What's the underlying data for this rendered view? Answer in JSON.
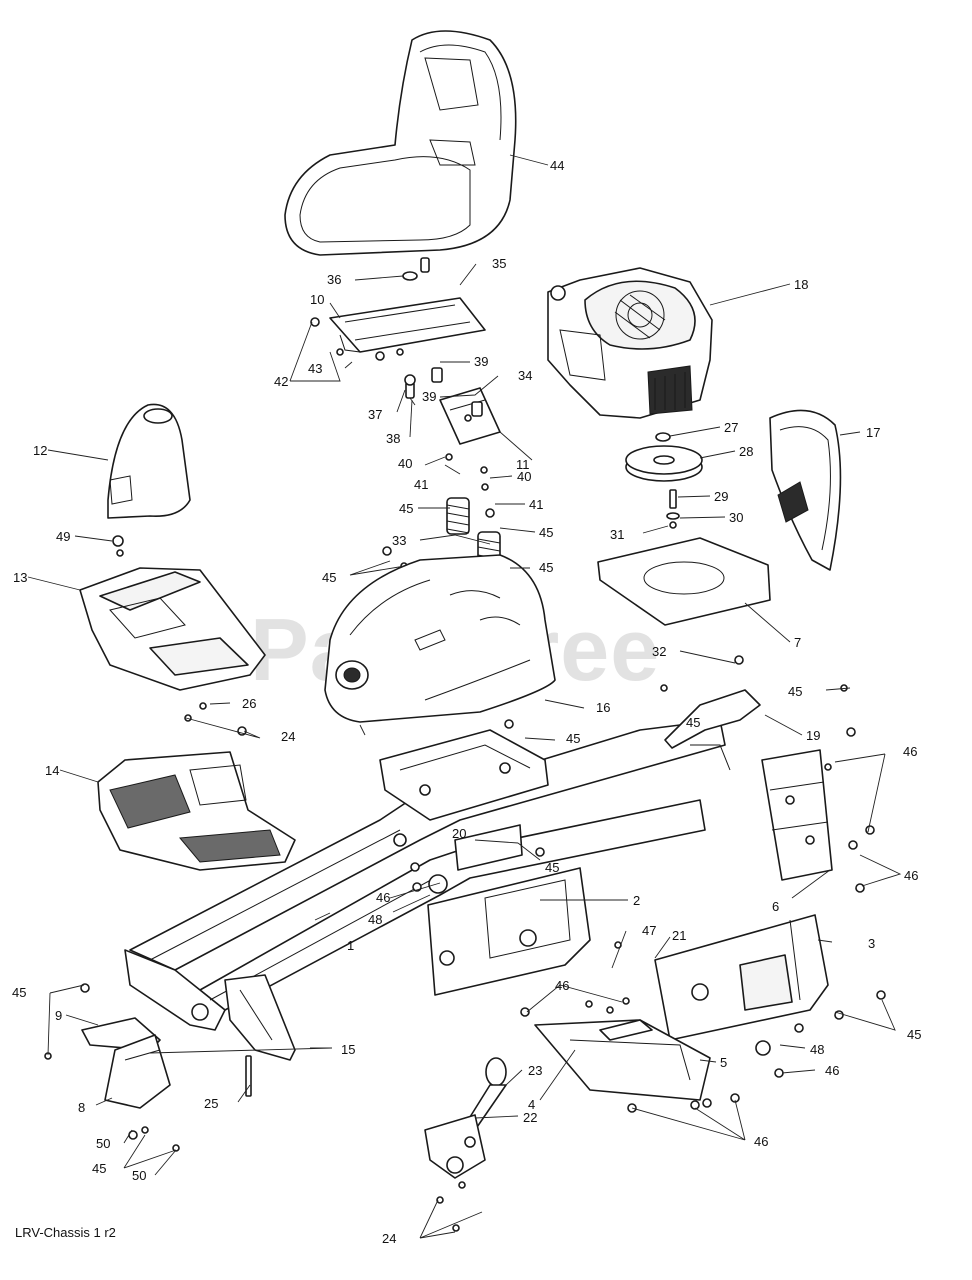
{
  "watermark": "PartsTree",
  "footer_label": "LRV-Chassis 1 r2",
  "callouts": {
    "p1": "1",
    "p2": "2",
    "p3": "3",
    "p4": "4",
    "p5": "5",
    "p6": "6",
    "p7": "7",
    "p8": "8",
    "p9": "9",
    "p10": "10",
    "p11": "11",
    "p12": "12",
    "p13": "13",
    "p14": "14",
    "p15": "15",
    "p16": "16",
    "p17": "17",
    "p18": "18",
    "p19": "19",
    "p20": "20",
    "p21": "21",
    "p22": "22",
    "p23": "23",
    "p24": "24",
    "p25": "25",
    "p26": "26",
    "p27": "27",
    "p28": "28",
    "p29": "29",
    "p30": "30",
    "p31": "31",
    "p32": "32",
    "p33": "33",
    "p34": "34",
    "p35": "35",
    "p36": "36",
    "p37": "37",
    "p38": "38",
    "p39": "39",
    "p40": "40",
    "p41": "41",
    "p42": "42",
    "p43": "43",
    "p44": "44",
    "p45": "45",
    "p46": "46",
    "p47": "47",
    "p48": "48",
    "p49": "49",
    "p50": "50"
  }
}
